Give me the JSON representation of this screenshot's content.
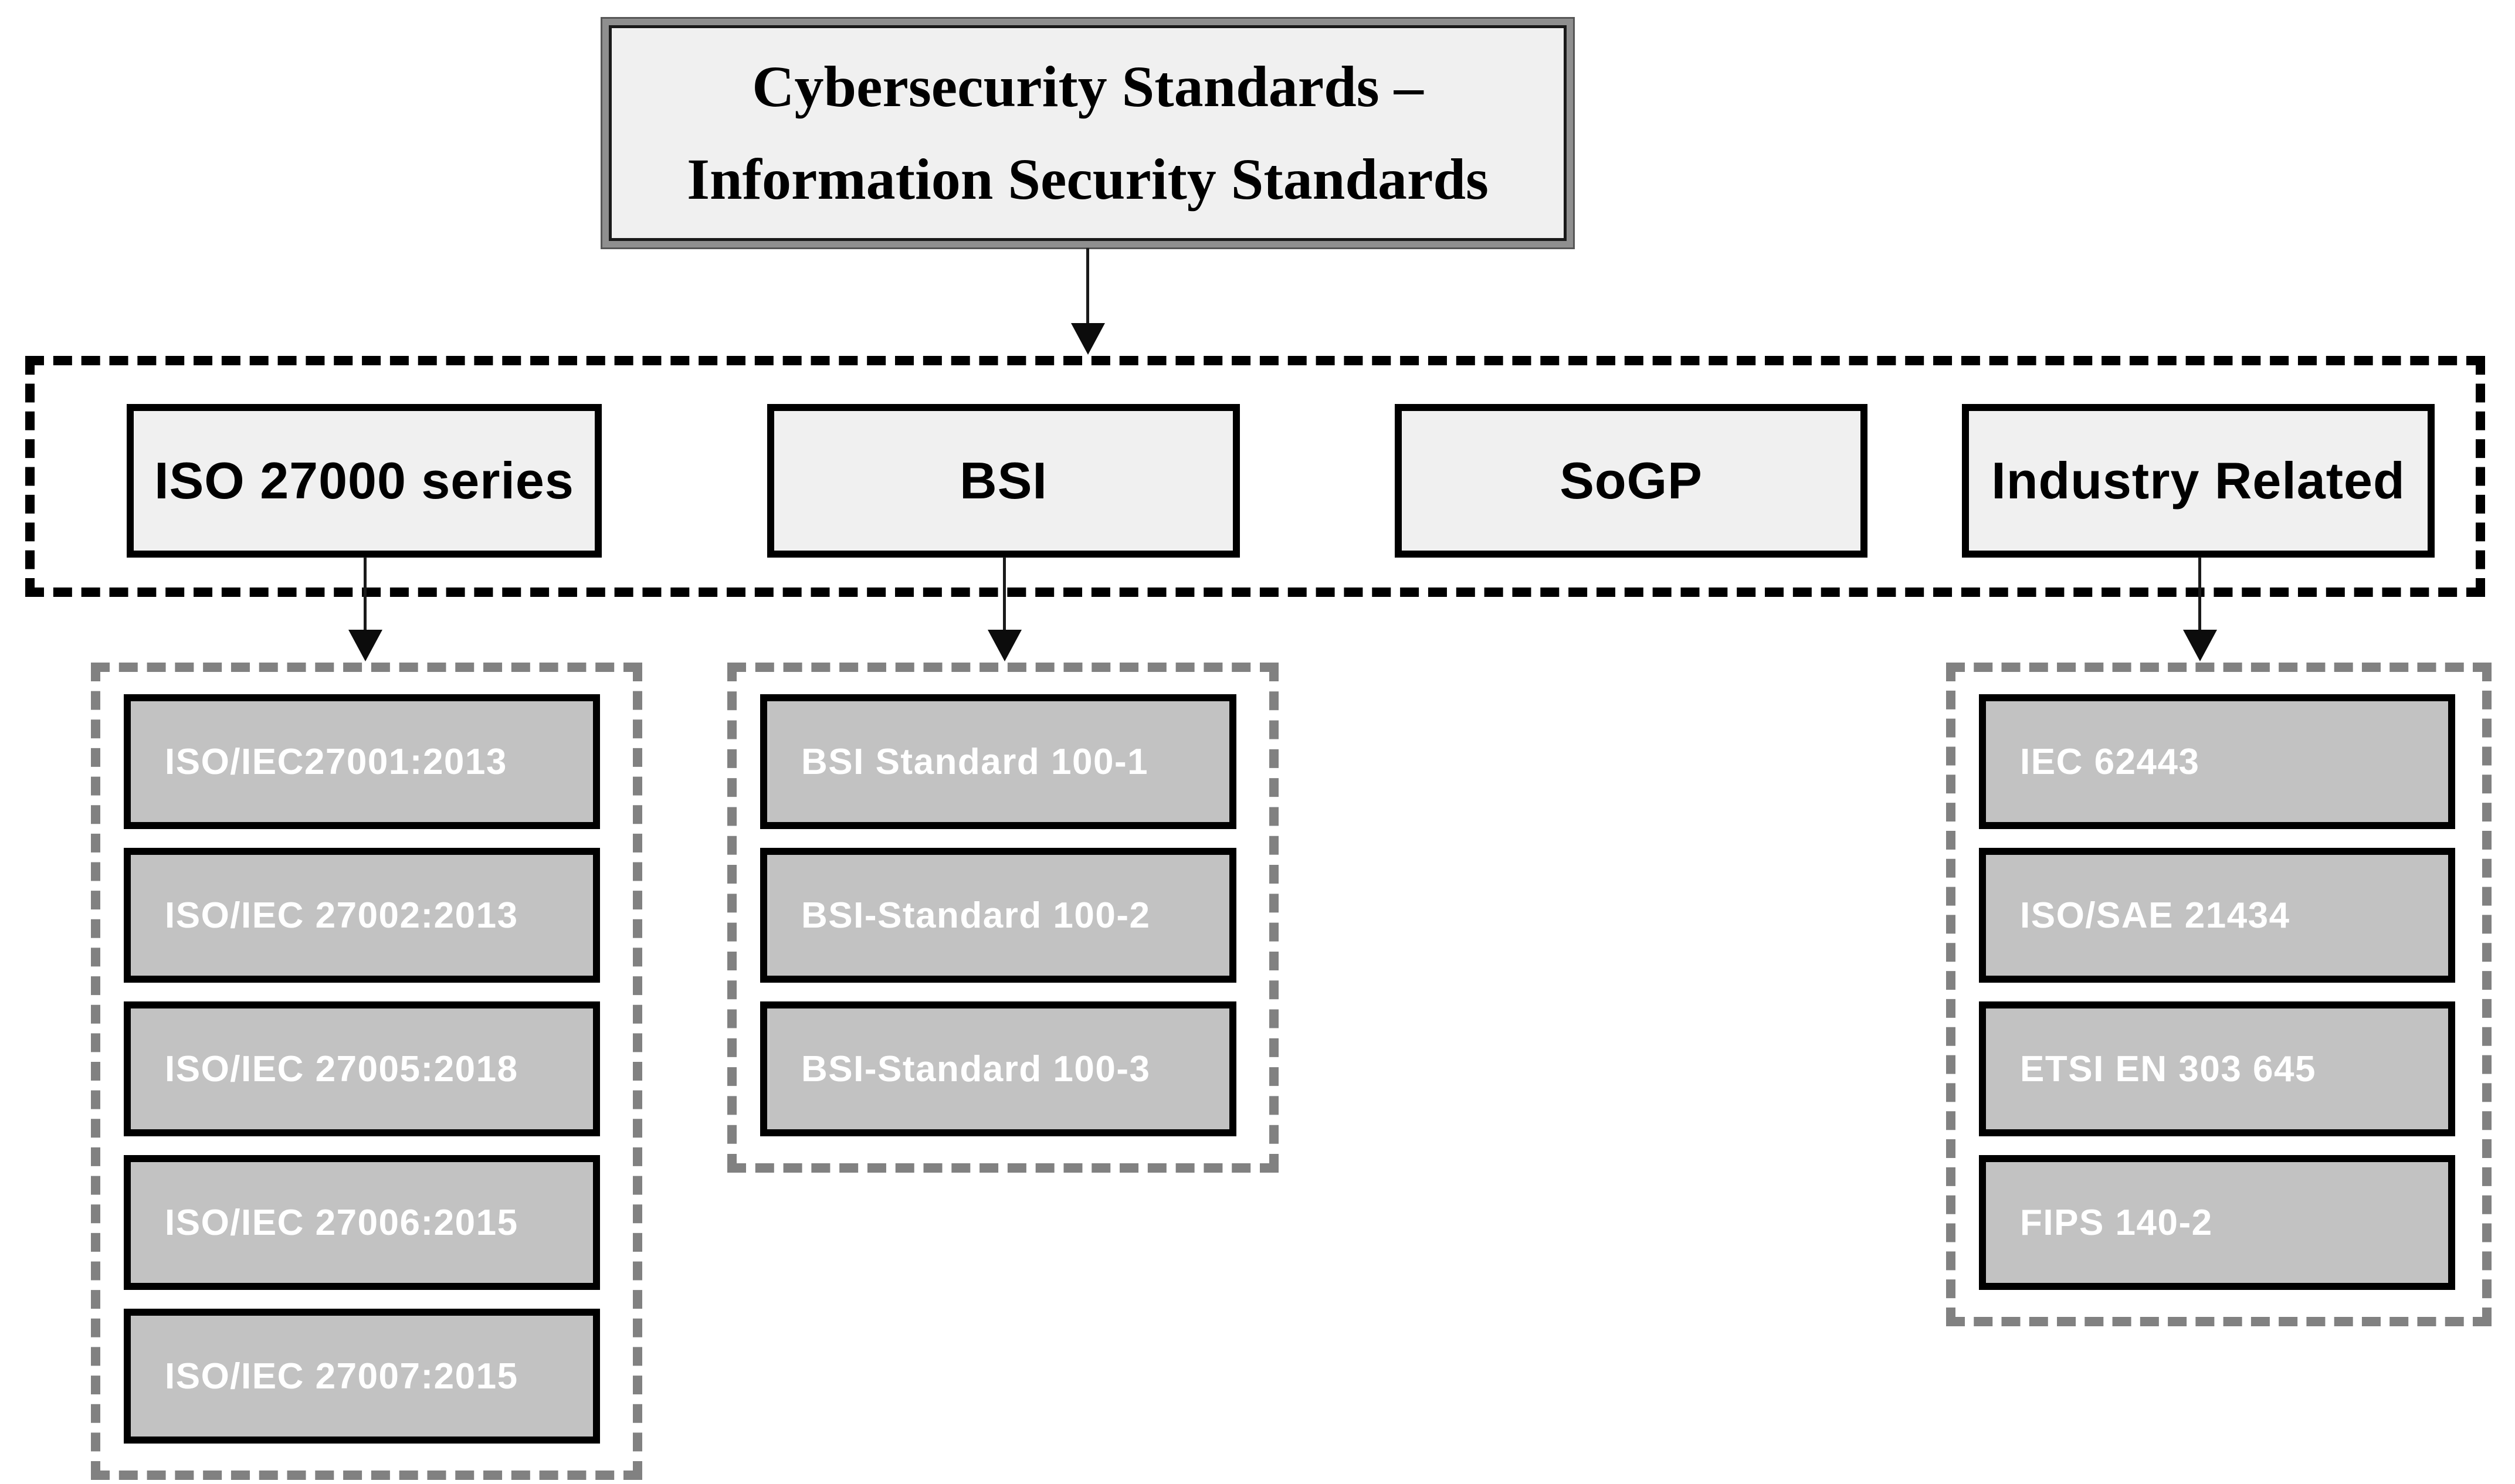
{
  "title": {
    "line1": "Cybersecurity Standards –",
    "line2": "Information Security Standards"
  },
  "categories": [
    {
      "label": "ISO 27000 series"
    },
    {
      "label": "BSI"
    },
    {
      "label": "SoGP"
    },
    {
      "label": "Industry Related"
    }
  ],
  "groups": {
    "iso": {
      "items": [
        "ISO/IEC27001:2013",
        "ISO/IEC 27002:2013",
        "ISO/IEC 27005:2018",
        "ISO/IEC 27006:2015",
        "ISO/IEC 27007:2015"
      ]
    },
    "bsi": {
      "items": [
        "BSI Standard 100-1",
        "BSI-Standard 100-2",
        "BSI-Standard 100-3"
      ]
    },
    "industry": {
      "items": [
        "IEC 62443",
        "ISO/SAE 21434",
        "ETSI EN 303 645",
        "FIPS 140-2"
      ]
    }
  },
  "colors": {
    "background": "#ffffff",
    "node_fill_light": "#f0f0f0",
    "leaf_fill": "#c2c2c2",
    "leaf_text": "#ffffff",
    "border_black": "#000000",
    "group_dash_gray": "#818181",
    "title_ring_gray": "#8f8f8f",
    "title_ring_dark": "#565656"
  }
}
